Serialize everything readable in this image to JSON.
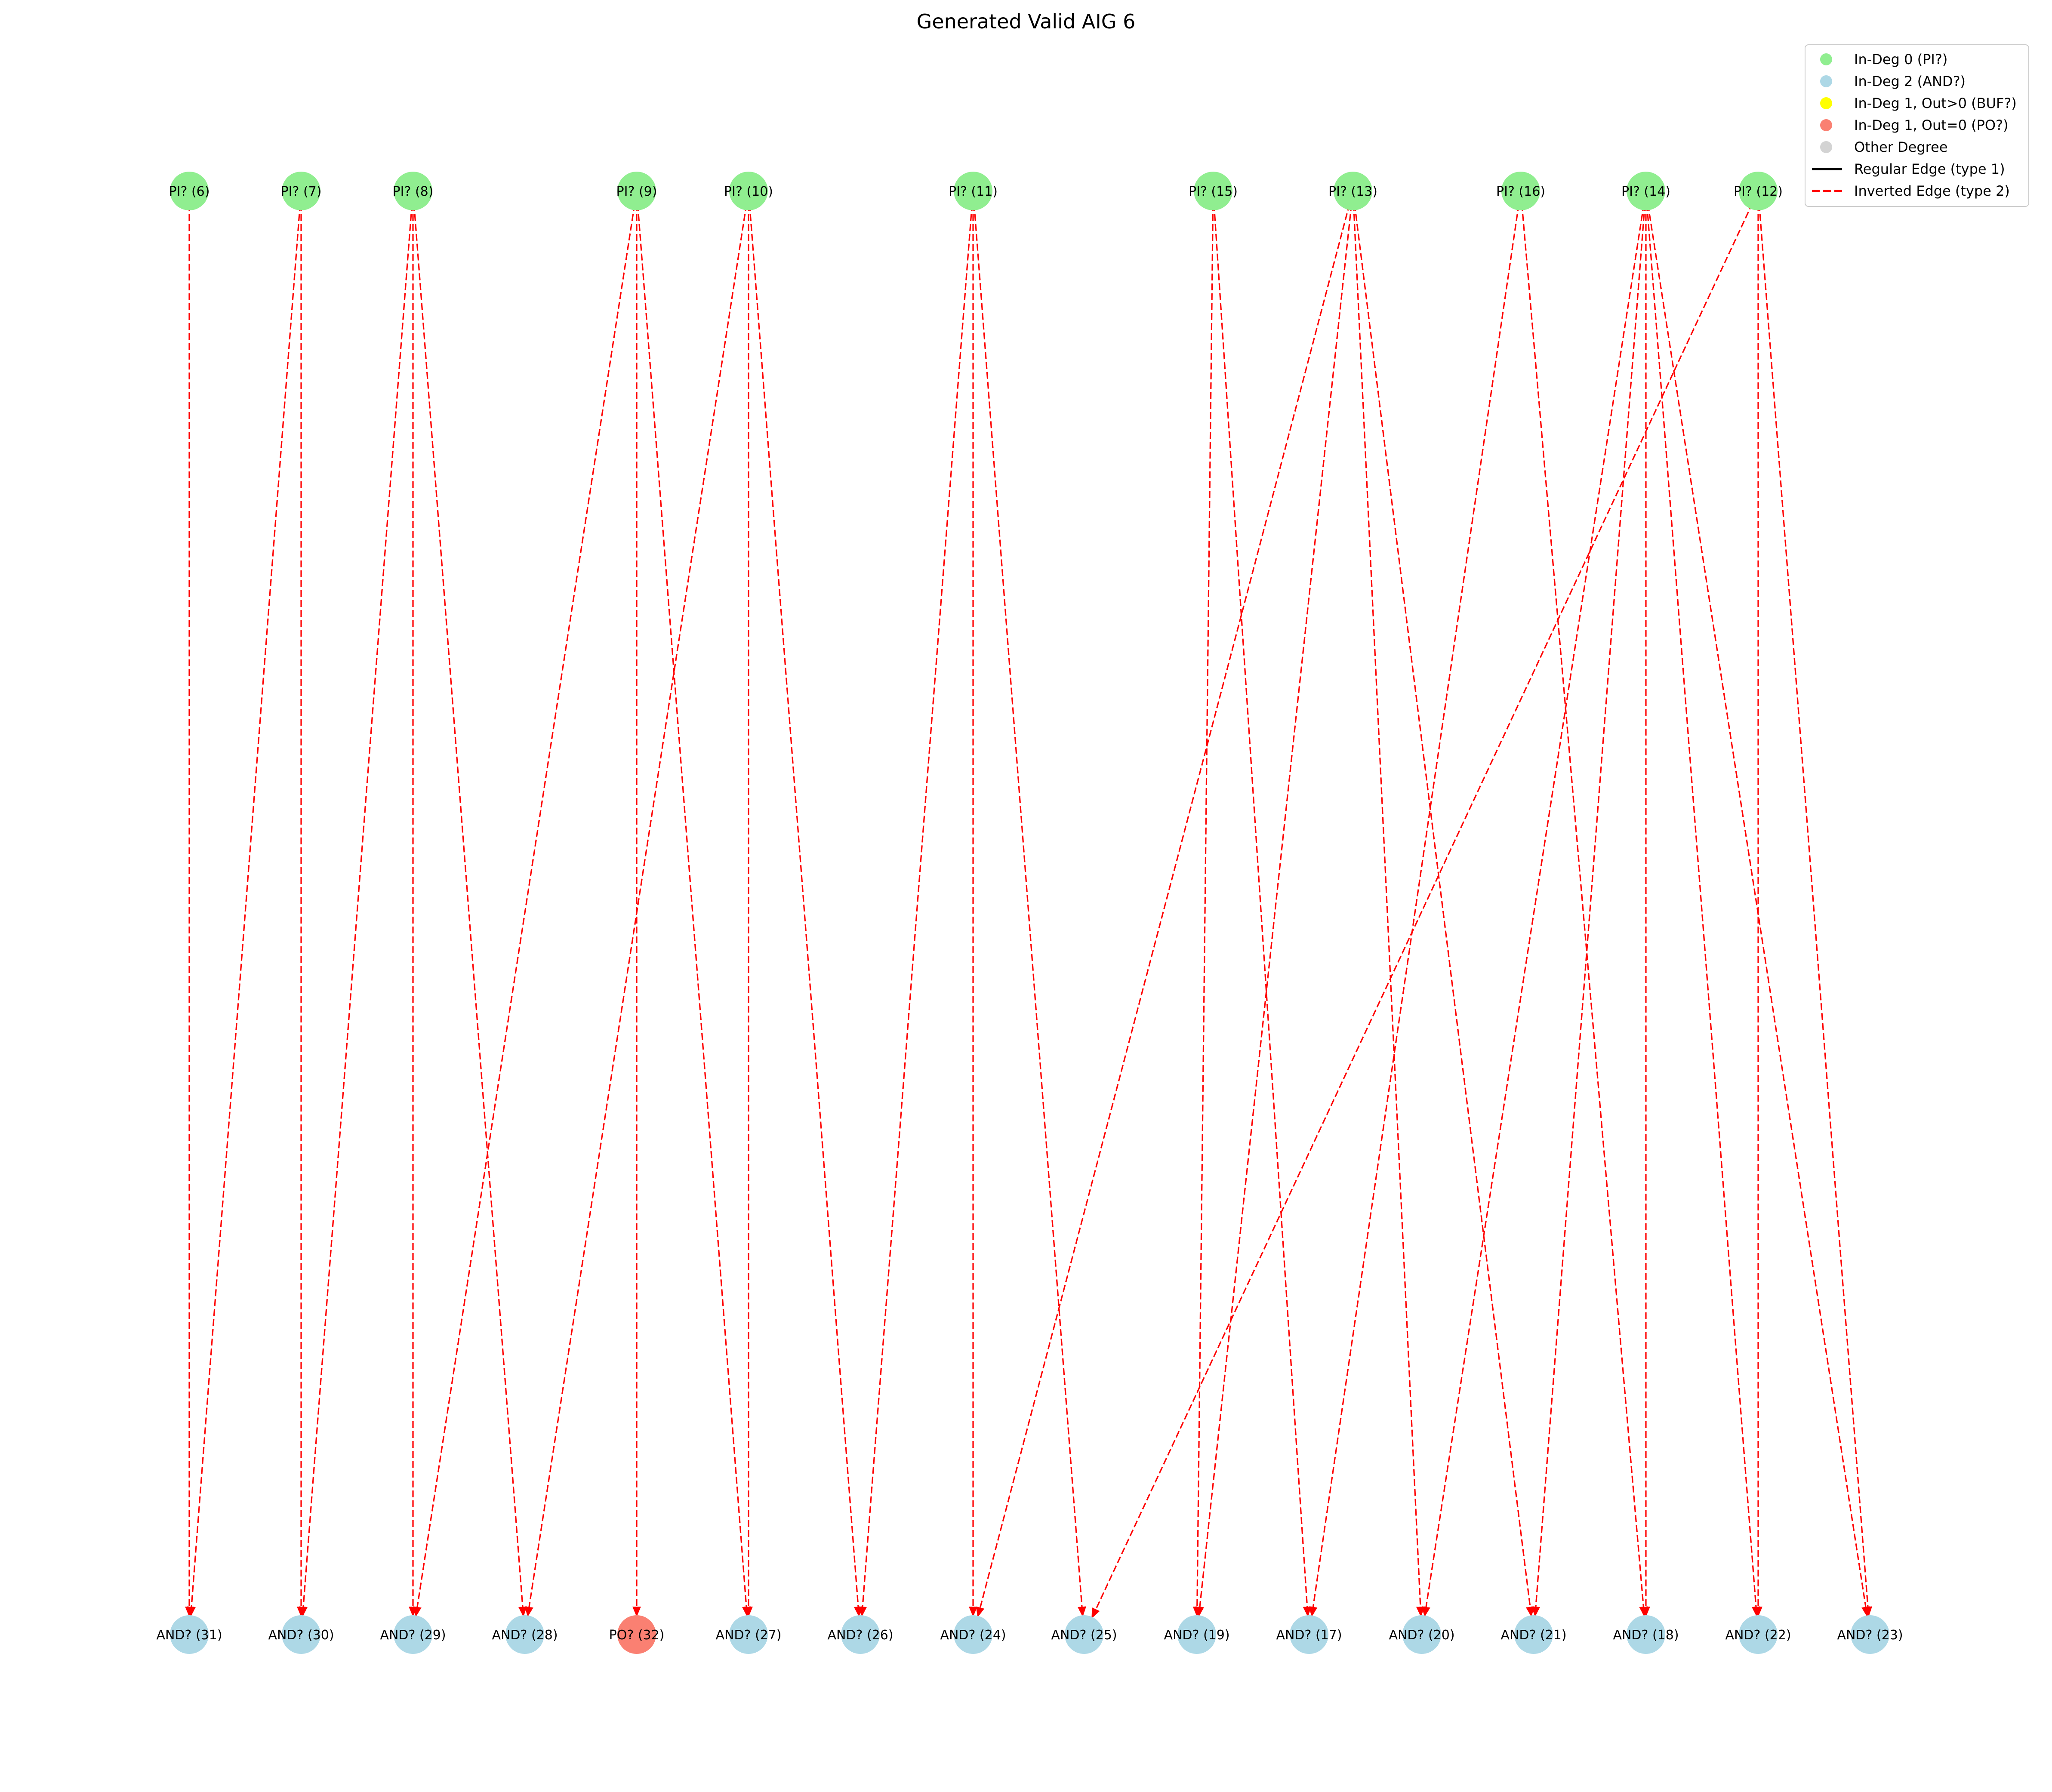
{
  "title": "Generated Valid AIG 6",
  "colors": {
    "pi": "#90ee90",
    "and": "#add8e6",
    "buf": "#ffff00",
    "po": "#fa8072",
    "other": "#d3d3d3",
    "regular_edge": "#000000",
    "inverted_edge": "#ff0000"
  },
  "legend": {
    "pi": "In-Deg 0 (PI?)",
    "and": "In-Deg 2 (AND?)",
    "buf": "In-Deg 1, Out>0 (BUF?)",
    "po": "In-Deg 1, Out=0 (PO?)",
    "other": "Other Degree",
    "regular": "Regular Edge (type 1)",
    "inverted": "Inverted Edge (type 2)"
  },
  "top_nodes": [
    {
      "id": 6,
      "label": "PI? (6)",
      "kind": "pi"
    },
    {
      "id": 7,
      "label": "PI? (7)",
      "kind": "pi"
    },
    {
      "id": 8,
      "label": "PI? (8)",
      "kind": "pi"
    },
    {
      "id": 9,
      "label": "PI? (9)",
      "kind": "pi"
    },
    {
      "id": 10,
      "label": "PI? (10)",
      "kind": "pi"
    },
    {
      "id": 11,
      "label": "PI? (11)",
      "kind": "pi"
    },
    {
      "id": 15,
      "label": "PI? (15)",
      "kind": "pi"
    },
    {
      "id": 13,
      "label": "PI? (13)",
      "kind": "pi"
    },
    {
      "id": 16,
      "label": "PI? (16)",
      "kind": "pi"
    },
    {
      "id": 14,
      "label": "PI? (14)",
      "kind": "pi"
    },
    {
      "id": 12,
      "label": "PI? (12)",
      "kind": "pi"
    }
  ],
  "bottom_nodes": [
    {
      "id": 31,
      "label": "AND? (31)",
      "kind": "and"
    },
    {
      "id": 30,
      "label": "AND? (30)",
      "kind": "and"
    },
    {
      "id": 29,
      "label": "AND? (29)",
      "kind": "and"
    },
    {
      "id": 28,
      "label": "AND? (28)",
      "kind": "and"
    },
    {
      "id": 32,
      "label": "PO? (32)",
      "kind": "po"
    },
    {
      "id": 27,
      "label": "AND? (27)",
      "kind": "and"
    },
    {
      "id": 26,
      "label": "AND? (26)",
      "kind": "and"
    },
    {
      "id": 24,
      "label": "AND? (24)",
      "kind": "and"
    },
    {
      "id": 25,
      "label": "AND? (25)",
      "kind": "and"
    },
    {
      "id": 19,
      "label": "AND? (19)",
      "kind": "and"
    },
    {
      "id": 17,
      "label": "AND? (17)",
      "kind": "and"
    },
    {
      "id": 20,
      "label": "AND? (20)",
      "kind": "and"
    },
    {
      "id": 21,
      "label": "AND? (21)",
      "kind": "and"
    },
    {
      "id": 18,
      "label": "AND? (18)",
      "kind": "and"
    },
    {
      "id": 22,
      "label": "AND? (22)",
      "kind": "and"
    },
    {
      "id": 23,
      "label": "AND? (23)",
      "kind": "and"
    }
  ],
  "edges": [
    {
      "from": 6,
      "to": 31,
      "type": 2
    },
    {
      "from": 7,
      "to": 31,
      "type": 2
    },
    {
      "from": 7,
      "to": 30,
      "type": 2
    },
    {
      "from": 8,
      "to": 30,
      "type": 2
    },
    {
      "from": 8,
      "to": 29,
      "type": 2
    },
    {
      "from": 8,
      "to": 28,
      "type": 2
    },
    {
      "from": 9,
      "to": 29,
      "type": 2
    },
    {
      "from": 9,
      "to": 32,
      "type": 2
    },
    {
      "from": 9,
      "to": 27,
      "type": 2
    },
    {
      "from": 10,
      "to": 28,
      "type": 2
    },
    {
      "from": 10,
      "to": 27,
      "type": 2
    },
    {
      "from": 10,
      "to": 26,
      "type": 2
    },
    {
      "from": 11,
      "to": 26,
      "type": 2
    },
    {
      "from": 11,
      "to": 24,
      "type": 2
    },
    {
      "from": 11,
      "to": 25,
      "type": 2
    },
    {
      "from": 15,
      "to": 19,
      "type": 2
    },
    {
      "from": 15,
      "to": 17,
      "type": 2
    },
    {
      "from": 13,
      "to": 24,
      "type": 2
    },
    {
      "from": 13,
      "to": 19,
      "type": 2
    },
    {
      "from": 13,
      "to": 20,
      "type": 2
    },
    {
      "from": 13,
      "to": 21,
      "type": 2
    },
    {
      "from": 16,
      "to": 17,
      "type": 2
    },
    {
      "from": 16,
      "to": 18,
      "type": 2
    },
    {
      "from": 14,
      "to": 20,
      "type": 2
    },
    {
      "from": 14,
      "to": 21,
      "type": 2
    },
    {
      "from": 14,
      "to": 18,
      "type": 2
    },
    {
      "from": 14,
      "to": 22,
      "type": 2
    },
    {
      "from": 14,
      "to": 23,
      "type": 2
    },
    {
      "from": 12,
      "to": 25,
      "type": 2
    },
    {
      "from": 12,
      "to": 22,
      "type": 2
    },
    {
      "from": 12,
      "to": 23,
      "type": 2
    }
  ]
}
